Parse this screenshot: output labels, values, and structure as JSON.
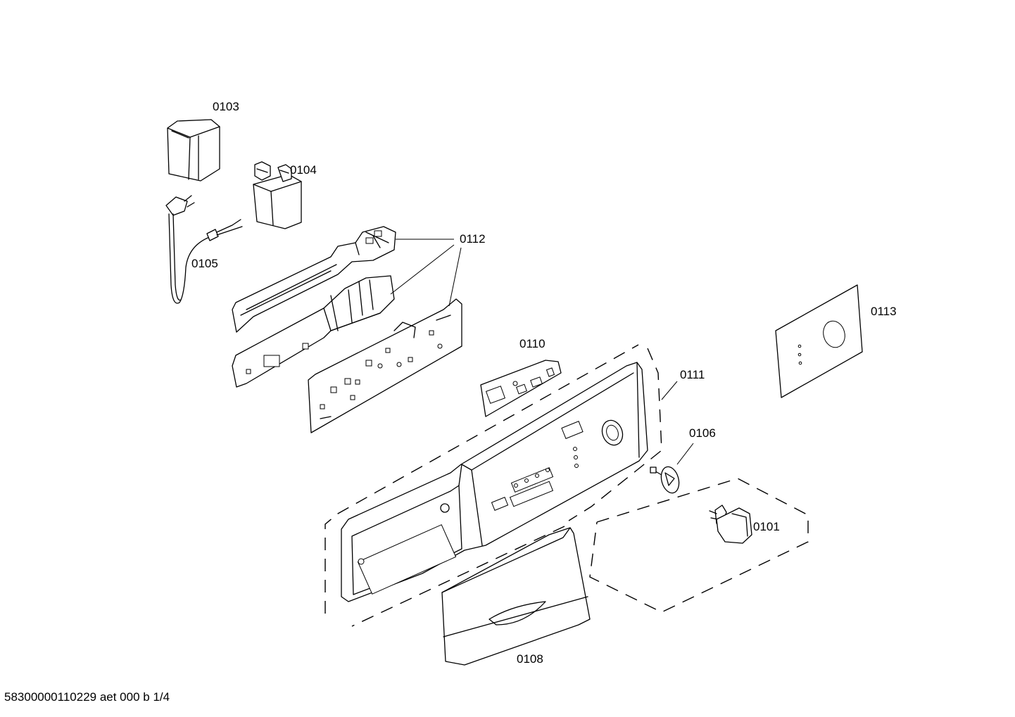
{
  "parts": [
    {
      "id": "p0103",
      "label": "0103",
      "icon": "transformer-box-icon"
    },
    {
      "id": "p0104",
      "label": "0104",
      "icon": "interference-filter-icon"
    },
    {
      "id": "p0105",
      "label": "0105",
      "icon": "power-cord-icon"
    },
    {
      "id": "p0112",
      "label": "0112",
      "icon": "control-board-icon"
    },
    {
      "id": "p0110",
      "label": "0110",
      "icon": "display-board-icon"
    },
    {
      "id": "p0111",
      "label": "0111",
      "icon": "control-panel-fascia-icon"
    },
    {
      "id": "p0113",
      "label": "0113",
      "icon": "panel-foil-icon"
    },
    {
      "id": "p0106",
      "label": "0106",
      "icon": "selector-knob-icon"
    },
    {
      "id": "p0101",
      "label": "0101",
      "icon": "knob-icon"
    },
    {
      "id": "p0108",
      "label": "0108",
      "icon": "drawer-handle-icon"
    }
  ],
  "footer": "58300000110229 aet 000 b 1/4"
}
